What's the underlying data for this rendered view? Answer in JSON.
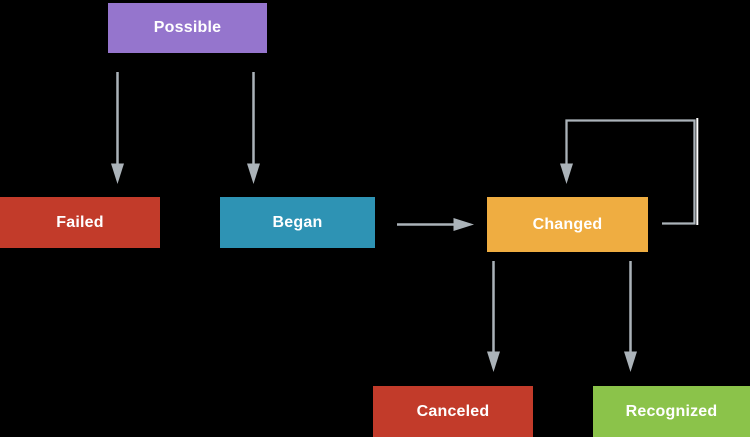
{
  "diagram": {
    "background_color": "#000000",
    "arrow_color": "#ABB3B9",
    "text_color": "#FFFFFF",
    "loop_highlight_color": "#FFFFFF",
    "nodes": [
      {
        "id": "possible",
        "label": "Possible",
        "color": "#9575CD"
      },
      {
        "id": "failed",
        "label": "Failed",
        "color": "#C23B2A"
      },
      {
        "id": "began",
        "label": "Began",
        "color": "#2E93B4"
      },
      {
        "id": "changed",
        "label": "Changed",
        "color": "#EFAD41"
      },
      {
        "id": "canceled",
        "label": "Canceled",
        "color": "#C23B2A"
      },
      {
        "id": "recognized",
        "label": "Recognized",
        "color": "#8BC34A"
      }
    ],
    "edges": [
      {
        "from": "possible",
        "to": "failed"
      },
      {
        "from": "possible",
        "to": "began"
      },
      {
        "from": "began",
        "to": "changed"
      },
      {
        "from": "changed",
        "to": "changed",
        "type": "self-loop"
      },
      {
        "from": "changed",
        "to": "canceled"
      },
      {
        "from": "changed",
        "to": "recognized"
      }
    ]
  }
}
